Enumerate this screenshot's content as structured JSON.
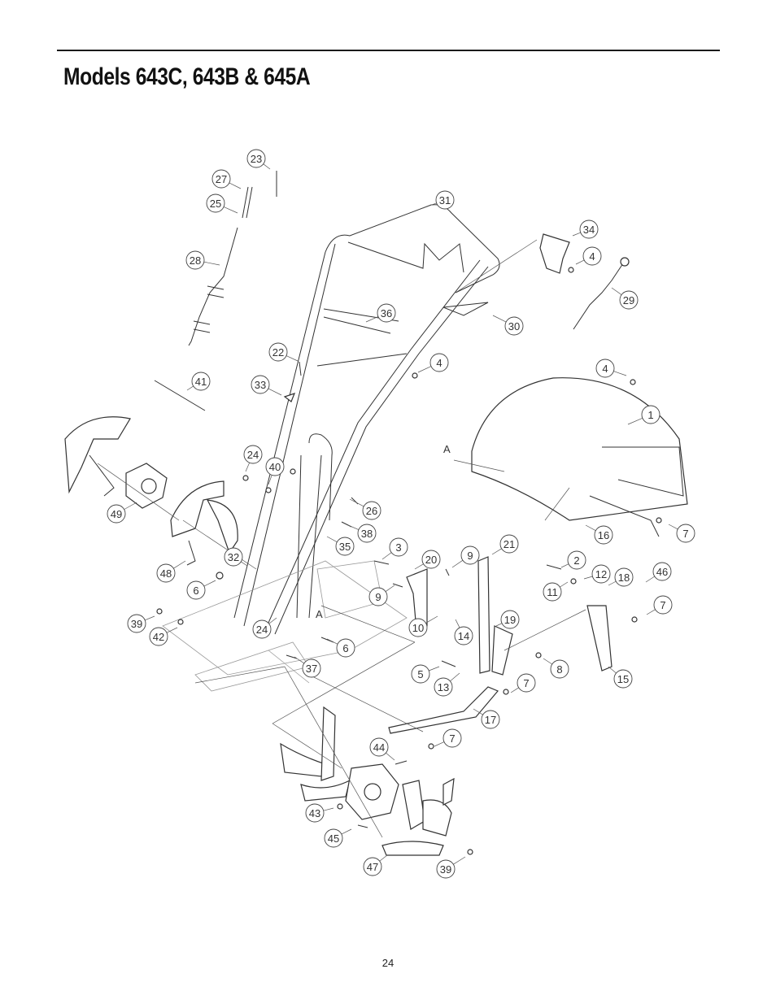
{
  "header": {
    "title": "Models 643C, 643B & 645A"
  },
  "footer": {
    "page_number": "24"
  },
  "diagram": {
    "reference_label": "A",
    "callouts": [
      "23",
      "27",
      "25",
      "28",
      "31",
      "34",
      "4",
      "29",
      "36",
      "30",
      "22",
      "4",
      "41",
      "33",
      "4",
      "1",
      "24",
      "40",
      "A",
      "26",
      "49",
      "38",
      "35",
      "16",
      "7",
      "3",
      "20",
      "9",
      "21",
      "48",
      "32",
      "2",
      "12",
      "18",
      "46",
      "6",
      "9",
      "11",
      "7",
      "39",
      "24",
      "A",
      "10",
      "14",
      "19",
      "42",
      "6",
      "8",
      "37",
      "15",
      "5",
      "13",
      "7",
      "17",
      "7",
      "44",
      "43",
      "45",
      "47",
      "39"
    ]
  }
}
